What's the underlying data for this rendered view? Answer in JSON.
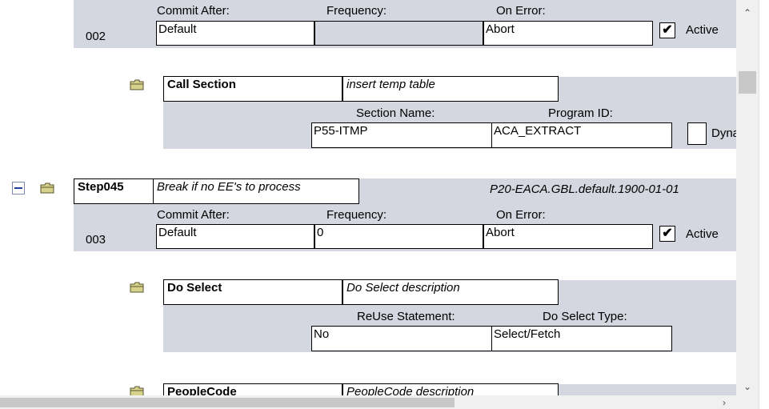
{
  "step_002": {
    "labels": {
      "commit_after": "Commit After:",
      "frequency": "Frequency:",
      "on_error": "On Error:"
    },
    "seq": "002",
    "commit_after": "Default",
    "frequency": "",
    "on_error": "Abort",
    "active_label": "Active",
    "active_checked": "✔"
  },
  "call_section": {
    "type": "Call Section",
    "description": "insert temp table",
    "section_name_label": "Section Name:",
    "program_id_label": "Program ID:",
    "section_name": "P55-ITMP",
    "program_id": "ACA_EXTRACT",
    "dynamic_label": "Dyna"
  },
  "step_045": {
    "name": "Step045",
    "description": "Break if no EE's to process",
    "market_info": "P20-EACA.GBL.default.1900-01-01",
    "labels": {
      "commit_after": "Commit After:",
      "frequency": "Frequency:",
      "on_error": "On Error:"
    },
    "seq": "003",
    "commit_after": "Default",
    "frequency": "0",
    "on_error": "Abort",
    "active_label": "Active",
    "active_checked": "✔"
  },
  "do_select": {
    "type": "Do Select",
    "description": "Do Select description",
    "reuse_label": "ReUse Statement:",
    "type_label": "Do Select Type:",
    "reuse": "No",
    "select_type": "Select/Fetch"
  },
  "peoplecode": {
    "type": "PeopleCode",
    "description": "PeopleCode description"
  },
  "icons": {
    "collapse": "minus-icon",
    "folder": "folder-icon"
  },
  "colors": {
    "band": "#d4d6e0"
  }
}
